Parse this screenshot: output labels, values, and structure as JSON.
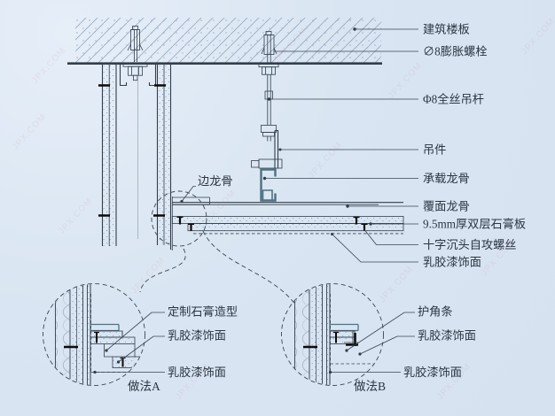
{
  "drawing": {
    "type": "ceiling-suspension-construction-detail",
    "background_color": "#d9e5f2",
    "line_color": "#333e4b",
    "keel_color": "#4f7280",
    "screw_color": "#0b0b0c",
    "watermark_color": "#c2798c"
  },
  "callouts": {
    "right": [
      "建筑楼板",
      "∅8膨胀螺栓",
      "Φ8全丝吊杆",
      "吊件",
      "承载龙骨",
      "覆面龙骨",
      "9.5mm厚双层石膏板",
      "十字沉头自攻螺丝",
      "乳胶漆饰面"
    ],
    "edge_keel": "边龙骨"
  },
  "detail_a": {
    "labels": [
      "定制石膏造型",
      "乳胶漆饰面",
      "乳胶漆饰面"
    ],
    "caption": "做法A"
  },
  "detail_b": {
    "labels": [
      "护角条",
      "乳胶漆饰面",
      "乳胶漆饰面"
    ],
    "caption": "做法B"
  },
  "watermark": {
    "text": "JPX.COM"
  }
}
